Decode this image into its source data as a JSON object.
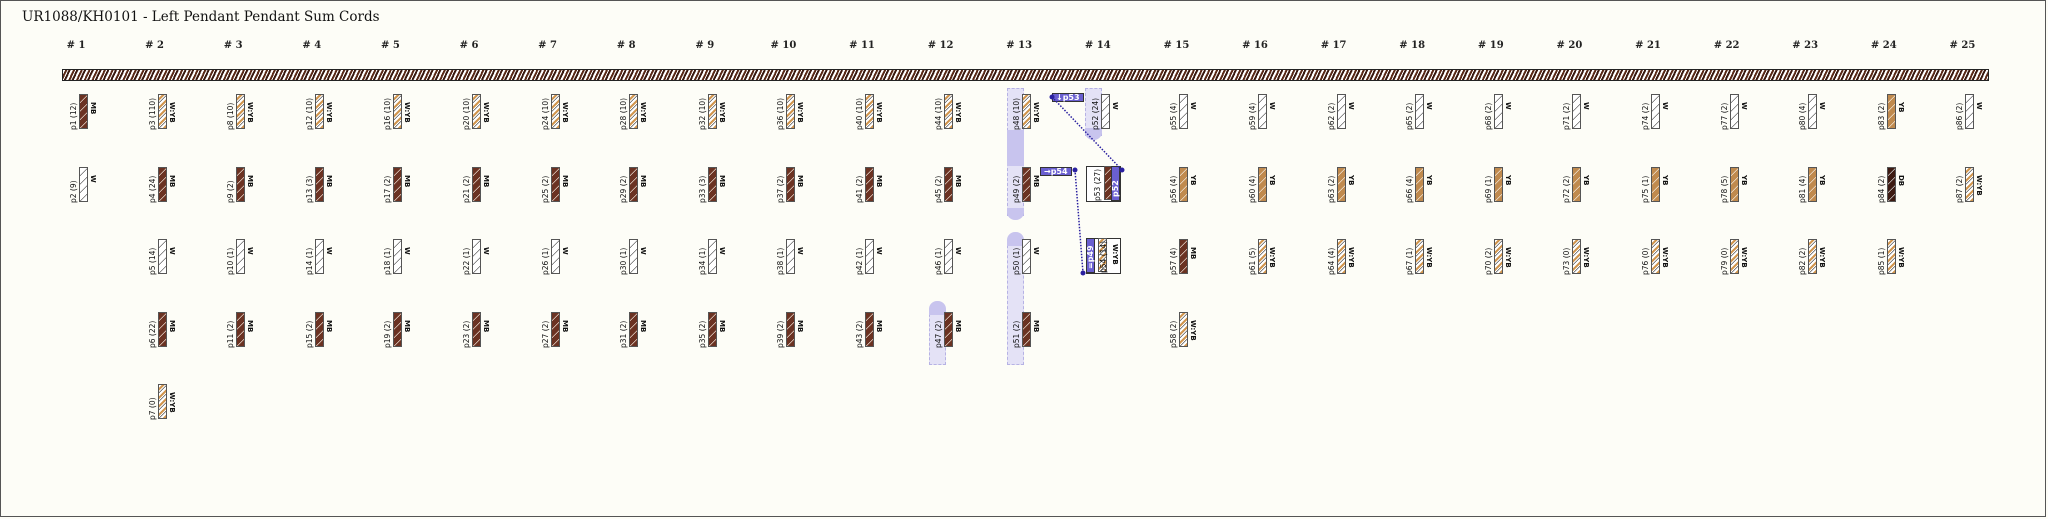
{
  "title": "UR1088/KH0101 - Left Pendant Pendant Sum Cords",
  "columns": [
    "# 1",
    "# 2",
    "# 3",
    "# 4",
    "# 5",
    "# 6",
    "# 7",
    "# 8",
    "# 9",
    "# 10",
    "# 11",
    "# 12",
    "# 13",
    "# 14",
    "# 15",
    "# 16",
    "# 17",
    "# 18",
    "# 19",
    "# 20",
    "# 21",
    "# 22",
    "# 23",
    "# 24",
    "# 25"
  ],
  "colors": {
    "W": "#ffffff",
    "MB": "#6b3222",
    "YB": "#c08a4e",
    "DB": "#3d1a12",
    "link": "#2a20a0",
    "highlight": "#c8c4ee",
    "tag": "#6a5fd0"
  },
  "cords": [
    {
      "col": 0,
      "row": 0,
      "label": "p1 (12)",
      "color": "MB"
    },
    {
      "col": 0,
      "row": 1,
      "label": "p2 (9)",
      "color": "W"
    },
    {
      "col": 1,
      "row": 0,
      "label": "p3 (110)",
      "color": "W:YB"
    },
    {
      "col": 1,
      "row": 1,
      "label": "p4 (24)",
      "color": "MB"
    },
    {
      "col": 1,
      "row": 2,
      "label": "p5 (14)",
      "color": "W"
    },
    {
      "col": 1,
      "row": 3,
      "label": "p6 (22)",
      "color": "MB"
    },
    {
      "col": 1,
      "row": 4,
      "label": "p7 (0)",
      "color": "W:YB"
    },
    {
      "col": 2,
      "row": 0,
      "label": "p8 (10)",
      "color": "W:YB"
    },
    {
      "col": 2,
      "row": 1,
      "label": "p9 (2)",
      "color": "MB"
    },
    {
      "col": 2,
      "row": 2,
      "label": "p10 (1)",
      "color": "W"
    },
    {
      "col": 2,
      "row": 3,
      "label": "p11 (2)",
      "color": "MB"
    },
    {
      "col": 3,
      "row": 0,
      "label": "p12 (10)",
      "color": "W:YB"
    },
    {
      "col": 3,
      "row": 1,
      "label": "p13 (3)",
      "color": "MB"
    },
    {
      "col": 3,
      "row": 2,
      "label": "p14 (1)",
      "color": "W"
    },
    {
      "col": 3,
      "row": 3,
      "label": "p15 (2)",
      "color": "MB"
    },
    {
      "col": 4,
      "row": 0,
      "label": "p16 (10)",
      "color": "W:YB"
    },
    {
      "col": 4,
      "row": 1,
      "label": "p17 (2)",
      "color": "MB"
    },
    {
      "col": 4,
      "row": 2,
      "label": "p18 (1)",
      "color": "W"
    },
    {
      "col": 4,
      "row": 3,
      "label": "p19 (2)",
      "color": "MB"
    },
    {
      "col": 5,
      "row": 0,
      "label": "p20 (10)",
      "color": "W:YB"
    },
    {
      "col": 5,
      "row": 1,
      "label": "p21 (2)",
      "color": "MB"
    },
    {
      "col": 5,
      "row": 2,
      "label": "p22 (1)",
      "color": "W"
    },
    {
      "col": 5,
      "row": 3,
      "label": "p23 (2)",
      "color": "MB"
    },
    {
      "col": 6,
      "row": 0,
      "label": "p24 (10)",
      "color": "W:YB"
    },
    {
      "col": 6,
      "row": 1,
      "label": "p25 (2)",
      "color": "MB"
    },
    {
      "col": 6,
      "row": 2,
      "label": "p26 (1)",
      "color": "W"
    },
    {
      "col": 6,
      "row": 3,
      "label": "p27 (2)",
      "color": "MB"
    },
    {
      "col": 7,
      "row": 0,
      "label": "p28 (10)",
      "color": "W:YB"
    },
    {
      "col": 7,
      "row": 1,
      "label": "p29 (2)",
      "color": "MB"
    },
    {
      "col": 7,
      "row": 2,
      "label": "p30 (1)",
      "color": "W"
    },
    {
      "col": 7,
      "row": 3,
      "label": "p31 (2)",
      "color": "MB"
    },
    {
      "col": 8,
      "row": 0,
      "label": "p32 (10)",
      "color": "W:YB"
    },
    {
      "col": 8,
      "row": 1,
      "label": "p33 (3)",
      "color": "MB"
    },
    {
      "col": 8,
      "row": 2,
      "label": "p34 (1)",
      "color": "W"
    },
    {
      "col": 8,
      "row": 3,
      "label": "p35 (2)",
      "color": "MB"
    },
    {
      "col": 9,
      "row": 0,
      "label": "p36 (10)",
      "color": "W:YB"
    },
    {
      "col": 9,
      "row": 1,
      "label": "p37 (2)",
      "color": "MB"
    },
    {
      "col": 9,
      "row": 2,
      "label": "p38 (1)",
      "color": "W"
    },
    {
      "col": 9,
      "row": 3,
      "label": "p39 (2)",
      "color": "MB"
    },
    {
      "col": 10,
      "row": 0,
      "label": "p40 (10)",
      "color": "W:YB"
    },
    {
      "col": 10,
      "row": 1,
      "label": "p41 (2)",
      "color": "MB"
    },
    {
      "col": 10,
      "row": 2,
      "label": "p42 (1)",
      "color": "W"
    },
    {
      "col": 10,
      "row": 3,
      "label": "p43 (2)",
      "color": "MB"
    },
    {
      "col": 11,
      "row": 0,
      "label": "p44 (10)",
      "color": "W:YB"
    },
    {
      "col": 11,
      "row": 1,
      "label": "p45 (2)",
      "color": "MB"
    },
    {
      "col": 11,
      "row": 2,
      "label": "p46 (1)",
      "color": "W"
    },
    {
      "col": 11,
      "row": 3,
      "label": "p47 (2)",
      "color": "MB"
    },
    {
      "col": 12,
      "row": 0,
      "label": "p48 (10)",
      "color": "W:YB"
    },
    {
      "col": 12,
      "row": 1,
      "label": "p49 (2)",
      "color": "MB"
    },
    {
      "col": 12,
      "row": 2,
      "label": "p50 (1)",
      "color": "W"
    },
    {
      "col": 12,
      "row": 3,
      "label": "p51 (2)",
      "color": "MB"
    },
    {
      "col": 13,
      "row": 0,
      "label": "p52 (24)",
      "color": "W"
    },
    {
      "col": 14,
      "row": 0,
      "label": "p55 (4)",
      "color": "W"
    },
    {
      "col": 14,
      "row": 1,
      "label": "p56 (4)",
      "color": "YB"
    },
    {
      "col": 14,
      "row": 2,
      "label": "p57 (4)",
      "color": "MB"
    },
    {
      "col": 14,
      "row": 3,
      "label": "p58 (2)",
      "color": "W:YB"
    },
    {
      "col": 15,
      "row": 0,
      "label": "p59 (4)",
      "color": "W"
    },
    {
      "col": 15,
      "row": 1,
      "label": "p60 (4)",
      "color": "YB"
    },
    {
      "col": 15,
      "row": 2,
      "label": "p61 (5)",
      "color": "W:YB"
    },
    {
      "col": 16,
      "row": 0,
      "label": "p62 (2)",
      "color": "W"
    },
    {
      "col": 16,
      "row": 1,
      "label": "p63 (2)",
      "color": "YB"
    },
    {
      "col": 16,
      "row": 2,
      "label": "p64 (4)",
      "color": "W:YB"
    },
    {
      "col": 17,
      "row": 0,
      "label": "p65 (2)",
      "color": "W"
    },
    {
      "col": 17,
      "row": 1,
      "label": "p66 (4)",
      "color": "YB"
    },
    {
      "col": 17,
      "row": 2,
      "label": "p67 (1)",
      "color": "W:YB"
    },
    {
      "col": 18,
      "row": 0,
      "label": "p68 (2)",
      "color": "W"
    },
    {
      "col": 18,
      "row": 1,
      "label": "p69 (1)",
      "color": "YB"
    },
    {
      "col": 18,
      "row": 2,
      "label": "p70 (2)",
      "color": "W:YB"
    },
    {
      "col": 19,
      "row": 0,
      "label": "p71 (2)",
      "color": "W"
    },
    {
      "col": 19,
      "row": 1,
      "label": "p72 (2)",
      "color": "YB"
    },
    {
      "col": 19,
      "row": 2,
      "label": "p73 (0)",
      "color": "W:YB"
    },
    {
      "col": 20,
      "row": 0,
      "label": "p74 (2)",
      "color": "W"
    },
    {
      "col": 20,
      "row": 1,
      "label": "p75 (1)",
      "color": "YB"
    },
    {
      "col": 20,
      "row": 2,
      "label": "p76 (0)",
      "color": "W:YB"
    },
    {
      "col": 21,
      "row": 0,
      "label": "p77 (2)",
      "color": "W"
    },
    {
      "col": 21,
      "row": 1,
      "label": "p78 (5)",
      "color": "YB"
    },
    {
      "col": 21,
      "row": 2,
      "label": "p79 (0)",
      "color": "W:YB"
    },
    {
      "col": 22,
      "row": 0,
      "label": "p80 (4)",
      "color": "W"
    },
    {
      "col": 22,
      "row": 1,
      "label": "p81 (4)",
      "color": "YB"
    },
    {
      "col": 22,
      "row": 2,
      "label": "p82 (2)",
      "color": "W:YB"
    },
    {
      "col": 23,
      "row": 0,
      "label": "p83 (2)",
      "color": "YB"
    },
    {
      "col": 23,
      "row": 1,
      "label": "p84 (2)",
      "color": "DB"
    },
    {
      "col": 23,
      "row": 2,
      "label": "p85 (1)",
      "color": "W:YB"
    },
    {
      "col": 24,
      "row": 0,
      "label": "p86 (2)",
      "color": "W"
    },
    {
      "col": 24,
      "row": 1,
      "label": "p87 (2)",
      "color": "W:YB"
    }
  ],
  "sum_cords": [
    {
      "id": "p53",
      "label": "p53 (27)",
      "color": "MB",
      "tag": "p52",
      "source_tag": "↓p53"
    },
    {
      "id": "p54",
      "label": "p54 (14)",
      "color": "W:YB",
      "tag": "=p49",
      "source_tag": "→p54"
    }
  ]
}
